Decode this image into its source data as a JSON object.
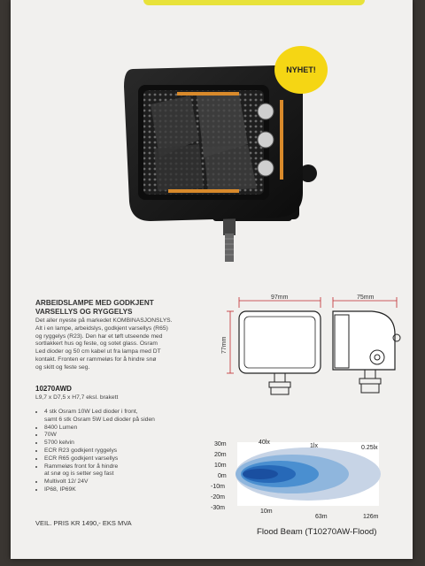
{
  "badge": "NYHET!",
  "heading_lines": [
    "ARBEIDSLAMPE MED GODKJENT",
    "VARSELLYS OG RYGGELYS"
  ],
  "description_lines": [
    "Det aller nyeste på markedet KOMBINASJONSLYS.",
    "Alt i en lampe, arbeidslys, godkjent varsellys (R65)",
    "og ryggelys (R23).  Den har et tøft utseende med",
    "sortlakkert hus og feste, og sotet glass. Osram",
    "Led dioder og 50 cm kabel ut fra lampa med DT",
    "kontakt.  Fronten er rammeløs for å hindre snø",
    "og skitt og feste seg."
  ],
  "product_code": "10270AWD",
  "dimensions_text": "L9,7 x D7,5 x H7,7 eksl. brakett",
  "specs": [
    "4 stk Osram 10W Led dioder i front,",
    "samt 6 stk Osram 5W Led dioder på siden",
    "8400 Lumen",
    "70W",
    "5700 kelvin",
    "ECR R23 godkjent ryggelys",
    "ECR R65 godkjent varsellys",
    "Rammeløs front for å hindre",
    "at snø og is setter seg fast",
    "Multivolt 12/ 24V",
    "IP68, IP69K"
  ],
  "price": "VEIL. PRIS KR 1490,- EKS MVA",
  "drawing": {
    "width": "97mm",
    "depth": "75mm",
    "height": "77mm"
  },
  "beam": {
    "y_labels": [
      "30m",
      "20m",
      "10m",
      "0m",
      "-10m",
      "-20m",
      "-30m"
    ],
    "x_labels": [
      "10m",
      "63m",
      "126m"
    ],
    "lux_labels": [
      "40lx",
      "1lx",
      "0.25lx"
    ],
    "caption": "Flood Beam (T10270AW-Flood)"
  },
  "colors": {
    "badge": "#f5d614",
    "beam_core": "#1a4fa0",
    "dim_lines": "#c0282c"
  }
}
